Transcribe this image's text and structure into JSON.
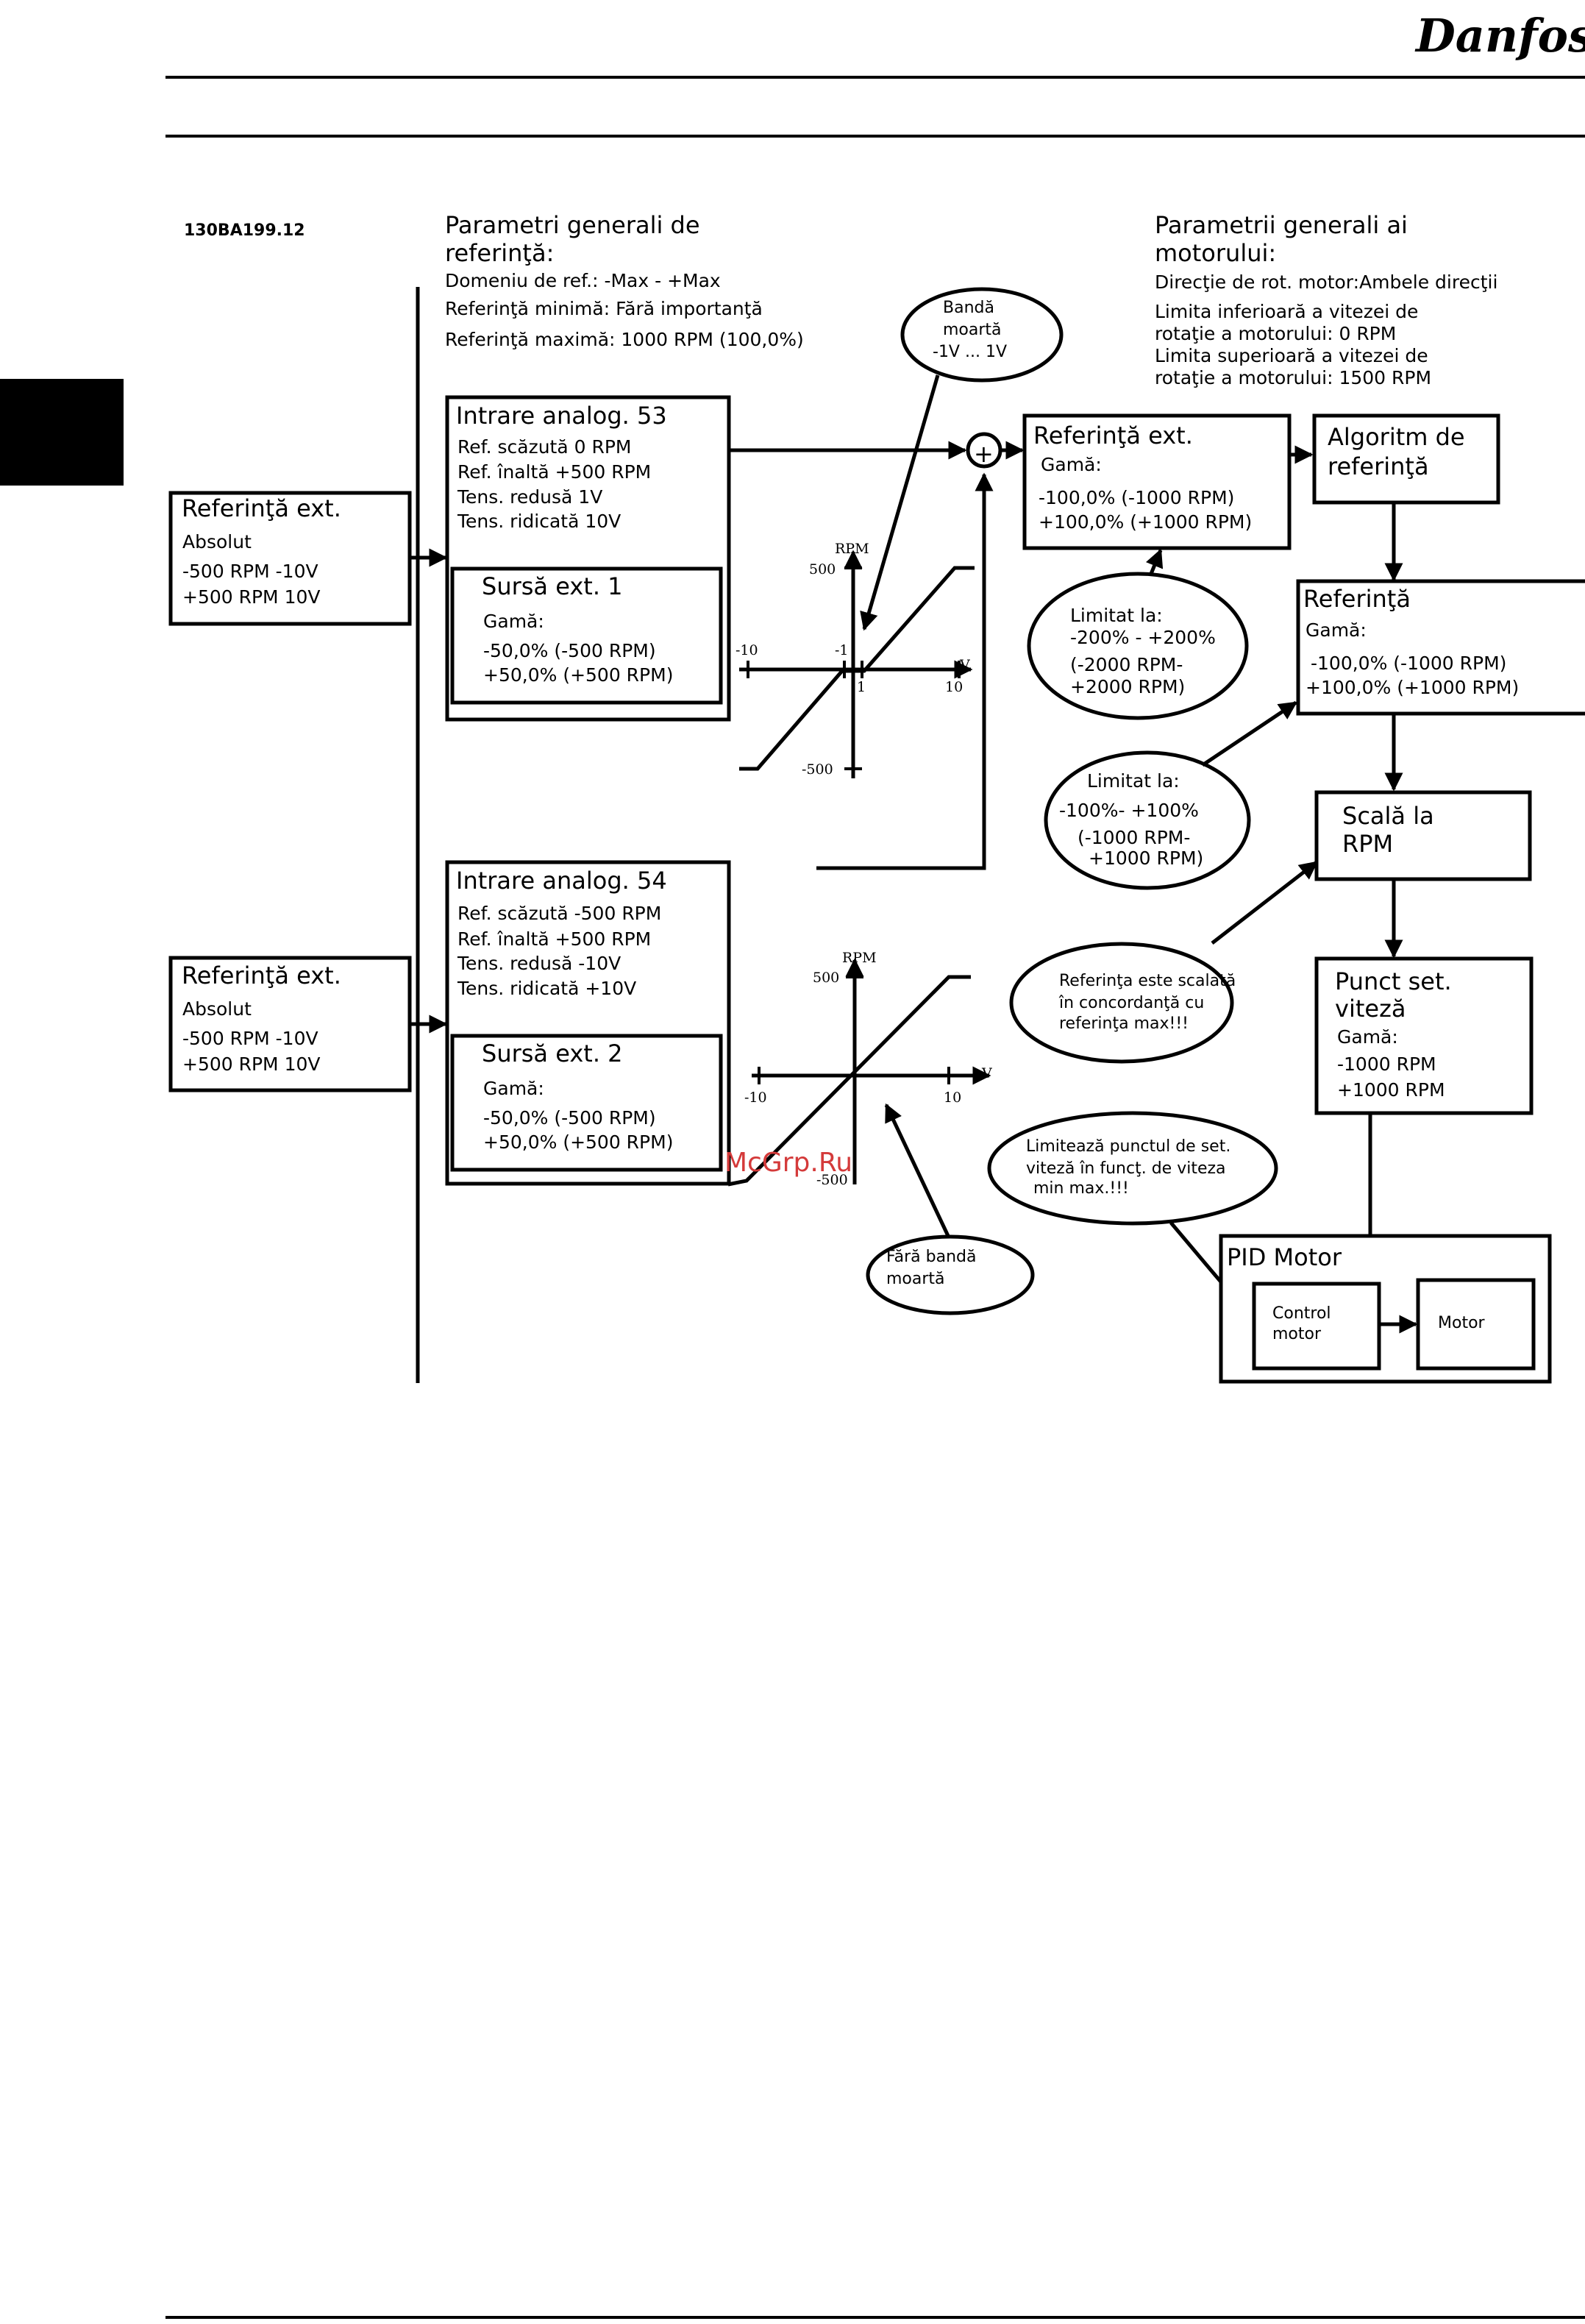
{
  "header": {
    "logo": "Danfoss"
  },
  "figure_code": "130BA199.12",
  "general_ref": {
    "title": [
      "Parametri generali de",
      "referinţă:"
    ],
    "lines": [
      "Domeniu de ref.: -Max - +Max",
      "Referinţă minimă: Fără importanţă",
      "Referinţă maximă: 1000 RPM (100,0%)"
    ]
  },
  "general_motor": {
    "title": [
      "Parametrii generali ai",
      "motorului:"
    ],
    "lines": [
      "Direcţie de rot. motor:Ambele direcţii",
      "Limita inferioară a vitezei de",
      "rotaţie a motorului: 0 RPM",
      "Limita superioară a vitezei de",
      "rotaţie a motorului: 1500 RPM"
    ]
  },
  "ext_ref_1": {
    "title": "Referinţă ext.",
    "lines": [
      "Absolut",
      "-500 RPM  -10V",
      "+500 RPM  10V"
    ]
  },
  "ext_ref_2": {
    "title": "Referinţă ext.",
    "lines": [
      "Absolut",
      "-500 RPM  -10V",
      "+500 RPM  10V"
    ]
  },
  "analog_53": {
    "title": "Intrare analog. 53",
    "lines": [
      "Ref. scăzută 0 RPM",
      "Ref. înaltă +500 RPM",
      "Tens. redusă 1V",
      "Tens. ridicată 10V"
    ],
    "source": {
      "title": "Sursă ext. 1",
      "lines": [
        "Gamă:",
        "-50,0% (-500 RPM)",
        "+50,0% (+500 RPM)"
      ]
    }
  },
  "analog_54": {
    "title": "Intrare analog. 54",
    "lines": [
      "Ref. scăzută -500 RPM",
      "Ref. înaltă +500 RPM",
      "Tens. redusă -10V",
      "Tens. ridicată +10V"
    ],
    "source": {
      "title": "Sursă ext. 2",
      "lines": [
        "Gamă:",
        "-50,0% (-500 RPM)",
        "+50,0% (+500 RPM)"
      ]
    }
  },
  "graph_1": {
    "y_label": "RPM",
    "x_label": "V",
    "y_top": "500",
    "y_bottom": "-500",
    "x_left": "-10",
    "x_right": "10",
    "x_pos1": "1",
    "x_neg1": "-1"
  },
  "graph_2": {
    "y_label": "RPM",
    "x_label": "V",
    "y_top": "500",
    "y_bottom": "-500",
    "x_left": "-10",
    "x_right": "10"
  },
  "deadband_bubble": [
    "Bandă",
    "moartă",
    "-1V ... 1V"
  ],
  "no_deadband_bubble": [
    "Fără bandă",
    "moartă"
  ],
  "summing_symbol": "+",
  "ext_ref_sum": {
    "title": "Referinţă ext.",
    "lines": [
      "Gamă:",
      "-100,0% (-1000 RPM)",
      "+100,0% (+1000 RPM)"
    ]
  },
  "limit_bubble_1": [
    "Limitat la:",
    "-200% - +200%",
    "(-2000 RPM-",
    "+2000 RPM)"
  ],
  "algorithm": {
    "title": [
      "Algoritm de",
      "referinţă"
    ]
  },
  "reference": {
    "title": "Referinţă",
    "lines": [
      "Gamă:",
      "-100,0% (-1000 RPM)",
      "+100,0% (+1000 RPM)"
    ]
  },
  "limit_bubble_2": [
    "Limitat la:",
    "-100%- +100%",
    "(-1000 RPM-",
    "+1000 RPM)"
  ],
  "scale_rpm": {
    "title": [
      "Scală la",
      "RPM"
    ]
  },
  "scaled_bubble": [
    "Referinţa este scalată",
    "în concordanţă cu",
    "referinţa max!!!"
  ],
  "setpoint": {
    "title": [
      "Punct set.",
      "viteză"
    ],
    "lines": [
      "Gamă:",
      "-1000 RPM",
      "+1000 RPM"
    ]
  },
  "limits_bubble": [
    "Limitează punctul de set.",
    "viteză în funcţ. de viteza",
    "min max.!!!"
  ],
  "pid": {
    "title": "PID Motor",
    "control": [
      "Control",
      "motor"
    ],
    "motor": "Motor"
  },
  "watermark": "McGrp.Ru"
}
